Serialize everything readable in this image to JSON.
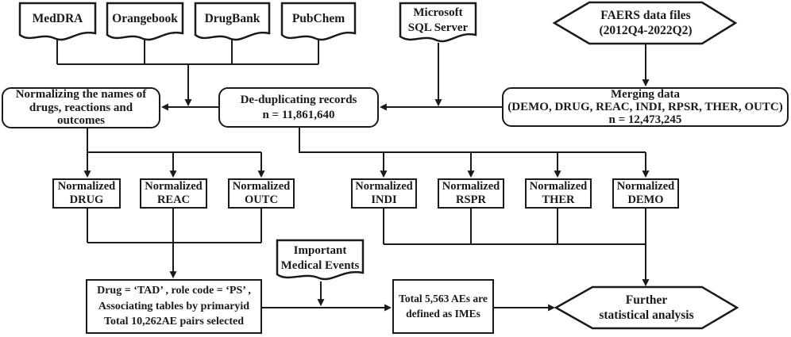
{
  "diagram": {
    "title": "FAERS data processing flowchart",
    "colors": {
      "line": "#1a1a1a",
      "box_background": "#ffffff",
      "text": "#1a1a1a"
    },
    "sources": [
      {
        "label": "MedDRA"
      },
      {
        "label": "Orangebook"
      },
      {
        "label": "DrugBank"
      },
      {
        "label": "PubChem"
      },
      {
        "label": "Microsoft\nSQL Server"
      }
    ],
    "faers": {
      "label": "FAERS data files\n(2012Q4-2022Q2)"
    },
    "normalizing": {
      "label": "Normalizing the names of\ndrugs, reactions and\noutcomes"
    },
    "dedup": {
      "label": "De-duplicating records\nn = 11,861,640"
    },
    "merging": {
      "label": "Merging data\n(DEMO, DRUG, REAC, INDI, RPSR, THER, OUTC)\nn = 12,473,245"
    },
    "normalized": [
      {
        "label": "Normalized\nDRUG"
      },
      {
        "label": "Normalized\nREAC"
      },
      {
        "label": "Normalized\nOUTC"
      },
      {
        "label": "Normalized\nINDI"
      },
      {
        "label": "Normalized\nRSPR"
      },
      {
        "label": "Normalized\nTHER"
      },
      {
        "label": "Normalized\nDEMO"
      }
    ],
    "tad": {
      "label": "Drug = ‘TAD’ , role code = ‘PS’ ,\nAssociating tables by primaryid\nTotal 10,262AE pairs selected"
    },
    "ime_doc": {
      "label": "Important\nMedical Events"
    },
    "ime_total": {
      "label": "Total 5,563  AEs are\ndefined as IMEs"
    },
    "further": {
      "label": "Further\nstatistical analysis"
    }
  }
}
